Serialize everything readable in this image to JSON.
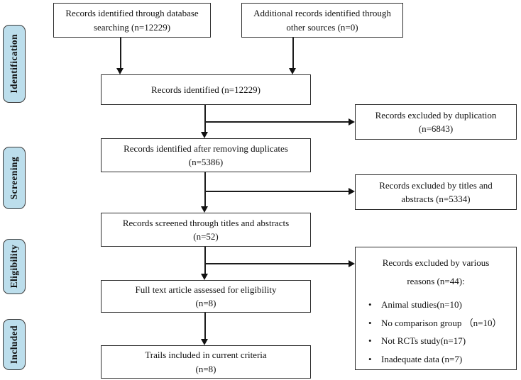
{
  "figure": {
    "background": "#ffffff",
    "stage_fill": "#bcdeec",
    "line_color": "#1c1c1c"
  },
  "stages": [
    {
      "label": "Identification"
    },
    {
      "label": "Screening"
    },
    {
      "label": "Eligibility"
    },
    {
      "label": "Included"
    }
  ],
  "boxes": {
    "database_search": {
      "line1": "Records identified through database",
      "line2": "searching (n=12229)"
    },
    "other_sources": {
      "line1": "Additional records identified through",
      "line2": "other sources (n=0)"
    },
    "records_identified": {
      "line1": "Records identified (n=12229)"
    },
    "after_duplicates": {
      "line1": "Records identified after removing duplicates",
      "line2": "(n=5386)"
    },
    "screened": {
      "line1": "Records screened through titles and abstracts",
      "line2": "(n=52)"
    },
    "full_text": {
      "line1": "Full text article assessed for eligibility",
      "line2": "(n=8)"
    },
    "included_trials": {
      "line1": "Trails included in current criteria",
      "line2": "(n=8)"
    },
    "excluded_duplication": {
      "line1": "Records excluded by duplication",
      "line2": "(n=6843)"
    },
    "excluded_titles": {
      "line1": "Records excluded by titles and",
      "line2": "abstracts (n=5334)"
    },
    "excluded_various": {
      "title_line1": "Records excluded by various",
      "title_line2": "reasons (n=44):",
      "bullets": [
        "Animal studies(n=10)",
        "No comparison group （n=10）",
        "Not RCTs study(n=17)",
        "Inadequate data (n=7)"
      ]
    }
  }
}
